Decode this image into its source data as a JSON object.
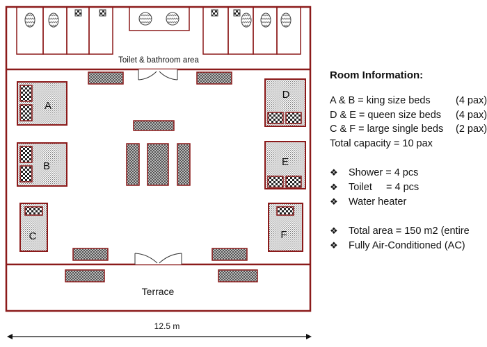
{
  "plan": {
    "toilet_area_label": "Toilet & bathroom area",
    "terrace_label": "Terrace",
    "dimension_label": "12.5 m",
    "beds": [
      {
        "letter": "A"
      },
      {
        "letter": "B"
      },
      {
        "letter": "C"
      },
      {
        "letter": "D"
      },
      {
        "letter": "E"
      },
      {
        "letter": "F"
      }
    ]
  },
  "info": {
    "title": "Room Information:",
    "bed_lines": [
      {
        "text": "A & B = king size beds",
        "pax": "(4 pax)"
      },
      {
        "text": "D & E = queen size beds",
        "pax": "(4 pax)"
      },
      {
        "text": "C & F = large single beds",
        "pax": "(2 pax)"
      },
      {
        "text": "Total capacity = 10 pax",
        "pax": ""
      }
    ],
    "amenities": [
      "Shower = 4 pcs",
      "Toilet     = 4 pcs",
      "Water heater"
    ],
    "features": [
      "Total area = 150 m2 (entire",
      "Fully Air-Conditioned (AC)"
    ]
  },
  "colors": {
    "wall": "#8b1a1a",
    "pattern": "#555555",
    "text": "#111111"
  }
}
